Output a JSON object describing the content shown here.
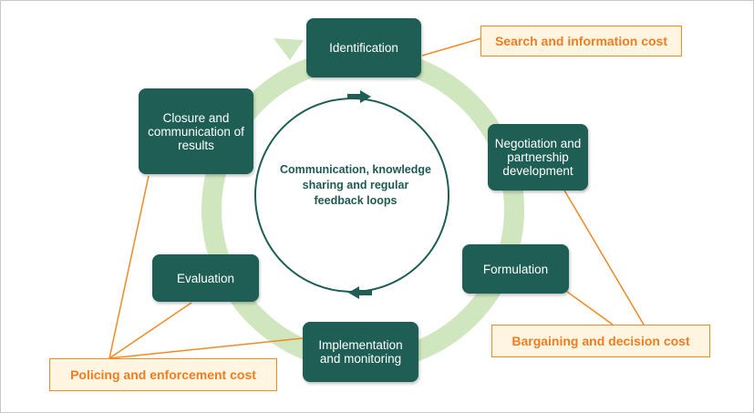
{
  "stages": {
    "identification": "Identification",
    "negotiation": "Negotiation and partnership development",
    "formulation": "Formulation",
    "implementation": "Implementation and monitoring",
    "evaluation": "Evaluation",
    "closure": "Closure and communication of results"
  },
  "center": "Communication, knowledge sharing and regular feedback loops",
  "costs": {
    "search": "Search and information cost",
    "bargaining": "Bargaining and decision cost",
    "policing": "Policing and enforcement cost"
  },
  "colors": {
    "box": "#1e5e55",
    "ring": "#cfe6bf",
    "inner_circle": "#1e5e55",
    "cost_border": "#f08a24",
    "cost_text": "#ef7d22",
    "cost_fill": "#fff5e0"
  }
}
